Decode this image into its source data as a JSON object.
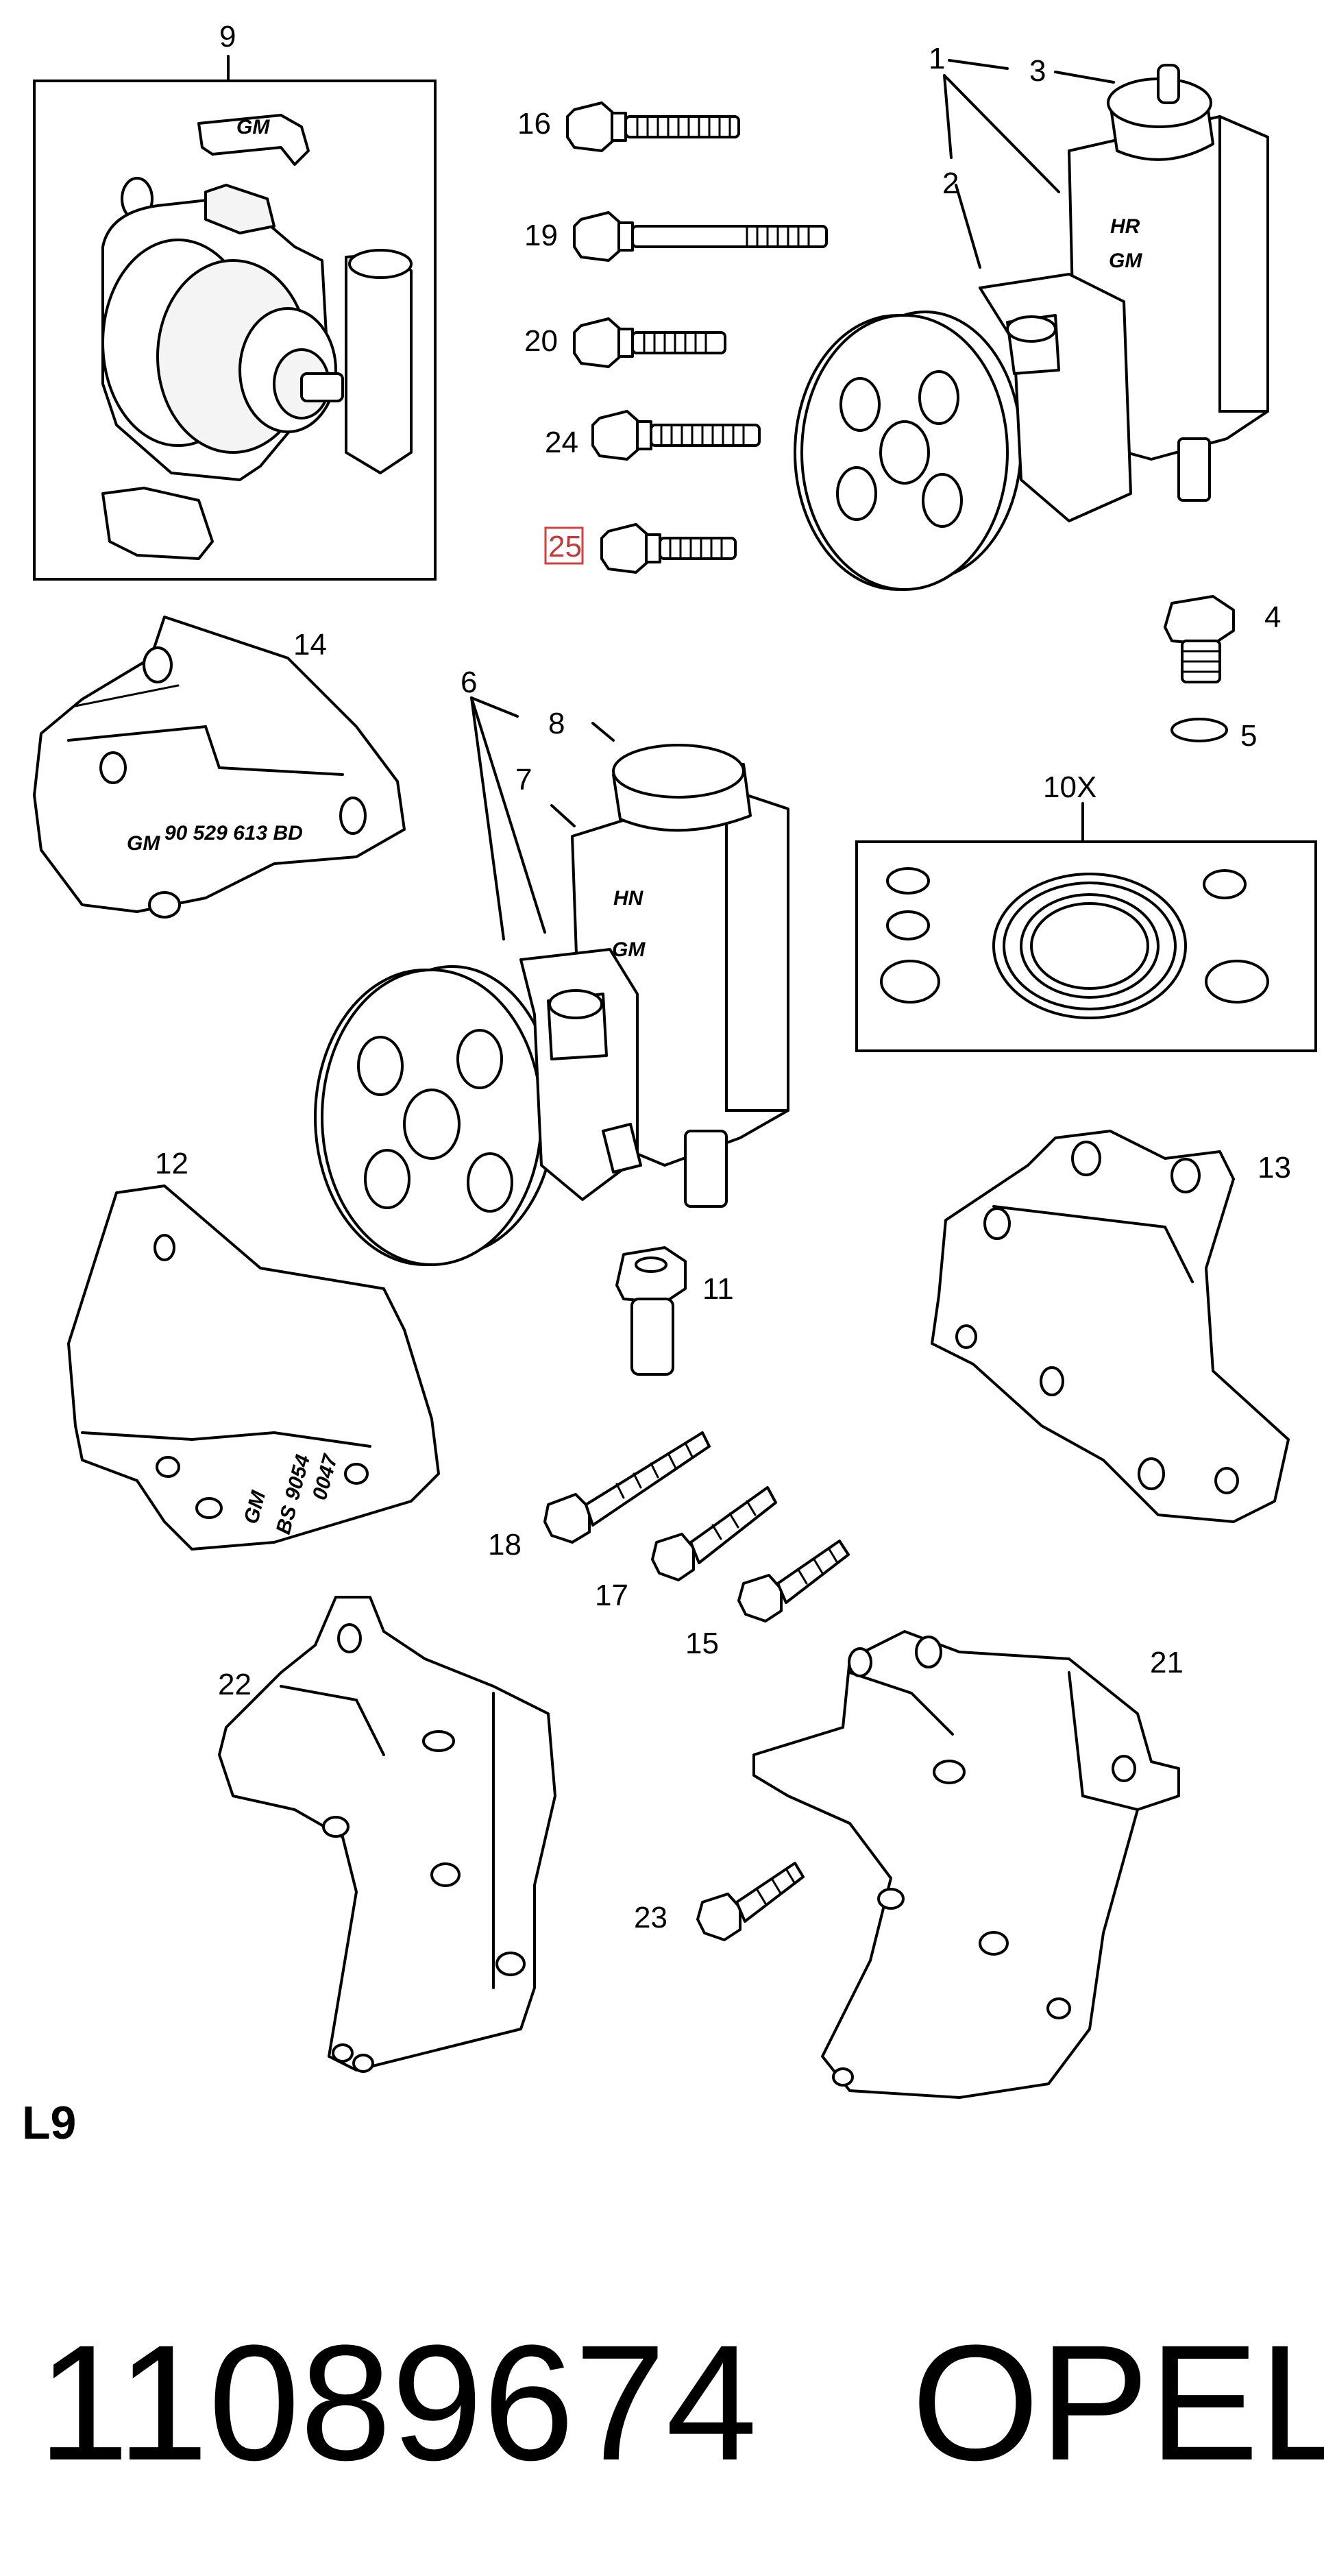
{
  "callouts": {
    "c1": "1",
    "c2": "2",
    "c3": "3",
    "c4": "4",
    "c5": "5",
    "c6": "6",
    "c7": "7",
    "c8": "8",
    "c9": "9",
    "c10x": "10X",
    "c11": "11",
    "c12": "12",
    "c13": "13",
    "c14": "14",
    "c15": "15",
    "c16": "16",
    "c17": "17",
    "c18": "18",
    "c19": "19",
    "c20": "20",
    "c21": "21",
    "c22": "22",
    "c23": "23",
    "c24": "24",
    "c25": "25"
  },
  "highlighted_callout": "25",
  "highlight_color": "#d43f3f",
  "part_markings": {
    "reservoir_top_1": "HR",
    "reservoir_top_2": "GM",
    "reservoir_mid_1": "HN",
    "reservoir_mid_2": "GM",
    "bracket14_logo": "GM",
    "bracket14_number": "90 529 613 BD",
    "bracket12_logo": "GM",
    "bracket12_number_1": "9054",
    "bracket12_number_2": "BS",
    "bracket12_number_3": "0047",
    "pump9_logo": "GM"
  },
  "sheet_label": "L9",
  "footer": {
    "part_number": "11089674",
    "brand": "OPEL"
  }
}
